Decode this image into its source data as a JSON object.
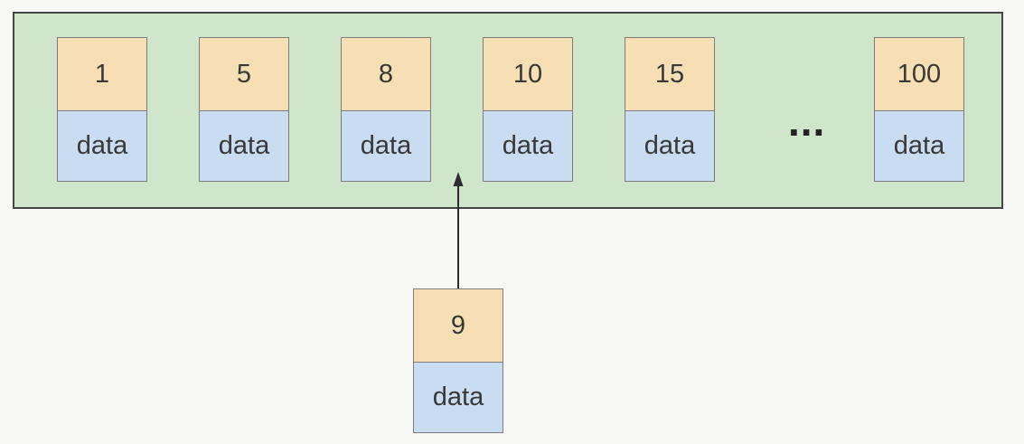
{
  "diagram": {
    "array": {
      "nodes": [
        {
          "key": "1",
          "value": "data"
        },
        {
          "key": "5",
          "value": "data"
        },
        {
          "key": "8",
          "value": "data"
        },
        {
          "key": "10",
          "value": "data"
        },
        {
          "key": "15",
          "value": "data"
        },
        {
          "key": "100",
          "value": "data"
        }
      ],
      "ellipsis": "..."
    },
    "insert_node": {
      "key": "9",
      "value": "data"
    },
    "colors": {
      "background": "#f8f8f7",
      "container_fill": "#cfe6cb",
      "container_border": "#454545",
      "key_fill": "#f7dfb5",
      "value_fill": "#c8ddf2",
      "cell_border": "#7d7d7d",
      "text": "#383838",
      "arrow": "#2d2d2d",
      "ellipsis": "#222222"
    }
  }
}
